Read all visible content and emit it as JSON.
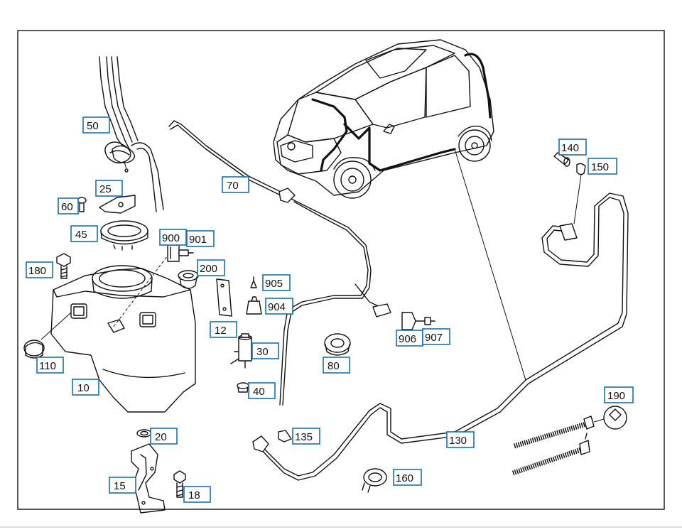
{
  "diagram": {
    "title": "",
    "callouts": [
      {
        "id": "c50",
        "label": "50"
      },
      {
        "id": "c25",
        "label": "25"
      },
      {
        "id": "c60",
        "label": "60"
      },
      {
        "id": "c45",
        "label": "45"
      },
      {
        "id": "c180",
        "label": "180"
      },
      {
        "id": "c110",
        "label": "110"
      },
      {
        "id": "c10",
        "label": "10"
      },
      {
        "id": "c900",
        "label": "900"
      },
      {
        "id": "c901",
        "label": "901"
      },
      {
        "id": "c200",
        "label": "200"
      },
      {
        "id": "c12",
        "label": "12"
      },
      {
        "id": "c905",
        "label": "905"
      },
      {
        "id": "c904",
        "label": "904"
      },
      {
        "id": "c30",
        "label": "30"
      },
      {
        "id": "c40",
        "label": "40"
      },
      {
        "id": "c20",
        "label": "20"
      },
      {
        "id": "c15",
        "label": "15"
      },
      {
        "id": "c18",
        "label": "18"
      },
      {
        "id": "c70",
        "label": "70"
      },
      {
        "id": "c80",
        "label": "80"
      },
      {
        "id": "c906",
        "label": "906"
      },
      {
        "id": "c907",
        "label": "907"
      },
      {
        "id": "c135",
        "label": "135"
      },
      {
        "id": "c130",
        "label": "130"
      },
      {
        "id": "c160",
        "label": "160"
      },
      {
        "id": "c140",
        "label": "140"
      },
      {
        "id": "c150",
        "label": "150"
      },
      {
        "id": "c190",
        "label": "190"
      }
    ]
  }
}
